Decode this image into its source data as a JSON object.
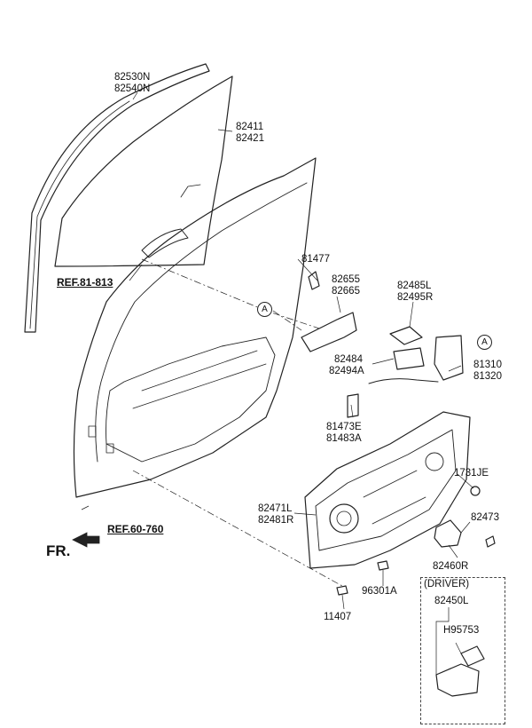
{
  "labels": {
    "glass_run": [
      "82530N",
      "82540N"
    ],
    "glass": [
      "82411",
      "82421"
    ],
    "part_81477": "81477",
    "hinge_pair": [
      "82655",
      "82665"
    ],
    "latch_pair": [
      "82485L",
      "82495R"
    ],
    "cable_pair": [
      "82484",
      "82494A"
    ],
    "lock_pair": [
      "81310",
      "81320"
    ],
    "clip_pair": [
      "81473E",
      "81483A"
    ],
    "part_1731je": "1731JE",
    "regulator_pair": [
      "82471L",
      "82481R"
    ],
    "part_82473": "82473",
    "motor": "82460R",
    "bolt_96301a": "96301A",
    "bolt_11407": "11407",
    "driver_caption": "(DRIVER)",
    "driver_motor": "82450L",
    "driver_part": "H95753"
  },
  "refs": {
    "upper": "REF.81-813",
    "lower": "REF.60-760"
  },
  "direction": "FR.",
  "callout_letter": "A"
}
